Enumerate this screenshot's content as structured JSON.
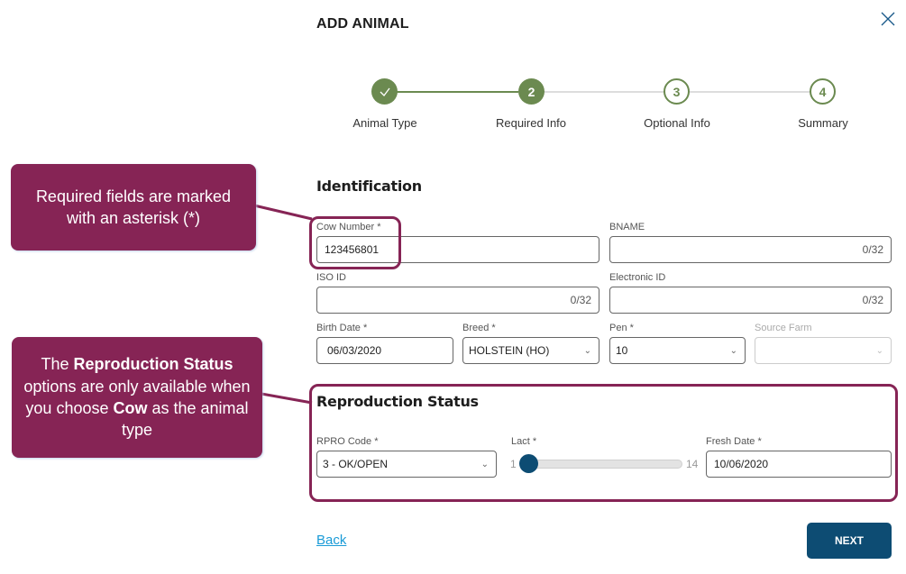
{
  "dialog": {
    "title": "ADD ANIMAL",
    "close_icon": "close-icon"
  },
  "stepper": {
    "steps": [
      {
        "number": "✓",
        "label": "Animal Type",
        "state": "done"
      },
      {
        "number": "2",
        "label": "Required Info",
        "state": "active"
      },
      {
        "number": "3",
        "label": "Optional Info",
        "state": "todo"
      },
      {
        "number": "4",
        "label": "Summary",
        "state": "todo"
      }
    ]
  },
  "identification": {
    "title": "Identification",
    "cow_number": {
      "label": "Cow Number *",
      "value": "123456801"
    },
    "bname": {
      "label": "BNAME",
      "value": "",
      "counter": "0/32"
    },
    "iso_id": {
      "label": "ISO ID",
      "value": "",
      "counter": "0/32"
    },
    "electronic_id": {
      "label": "Electronic ID",
      "value": "",
      "counter": "0/32"
    },
    "birth_date": {
      "label": "Birth Date *",
      "value": "06/03/2020"
    },
    "breed": {
      "label": "Breed *",
      "value": "HOLSTEIN (HO)"
    },
    "pen": {
      "label": "Pen *",
      "value": "10"
    },
    "source_farm": {
      "label": "Source Farm",
      "value": ""
    }
  },
  "reproduction": {
    "title": "Reproduction Status",
    "rpro_code": {
      "label": "RPRO Code *",
      "value": "3 - OK/OPEN"
    },
    "lact": {
      "label": "Lact *",
      "min": "1",
      "max": "14",
      "value": 1
    },
    "fresh_date": {
      "label": "Fresh Date *",
      "value": "10/06/2020"
    }
  },
  "footer": {
    "back_label": "Back",
    "next_label": "NEXT"
  },
  "callouts": {
    "required": "Required fields are marked with an asterisk (*)",
    "repro_parts": [
      "The ",
      "Reproduction Status",
      " options are only available when you choose ",
      "Cow",
      " as the animal type"
    ]
  },
  "colors": {
    "accent_green": "#6b8a50",
    "primary_blue": "#0d4c73",
    "link_blue": "#1a9bd7",
    "callout_purple": "#862455"
  }
}
